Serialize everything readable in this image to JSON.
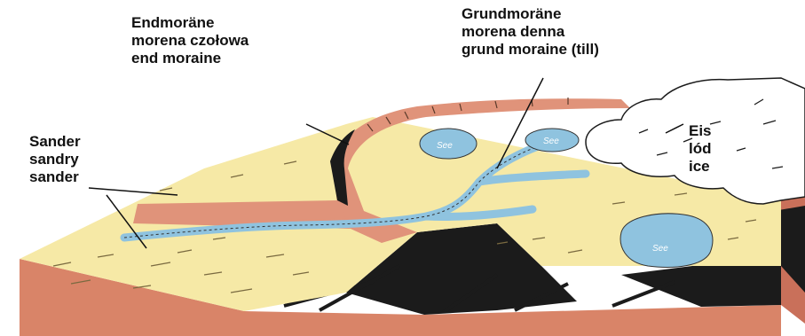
{
  "labels": {
    "end_moraine": [
      "Endmoräne",
      "morena czołowa",
      "end moraine"
    ],
    "ground_moraine": [
      "Grundmoräne",
      "morena denna",
      "grund moraine (till)"
    ],
    "sander": [
      "Sander",
      "sandry",
      "sander"
    ],
    "ice": [
      "Eis",
      "lód",
      "ice"
    ]
  },
  "lakes": [
    "See",
    "See",
    "See"
  ],
  "colors": {
    "sand": "#f6e9a6",
    "moraine": "#e0937a",
    "lake": "#8fc3df",
    "rock_dark": "#1b1b1b",
    "ice": "#ffffff"
  }
}
